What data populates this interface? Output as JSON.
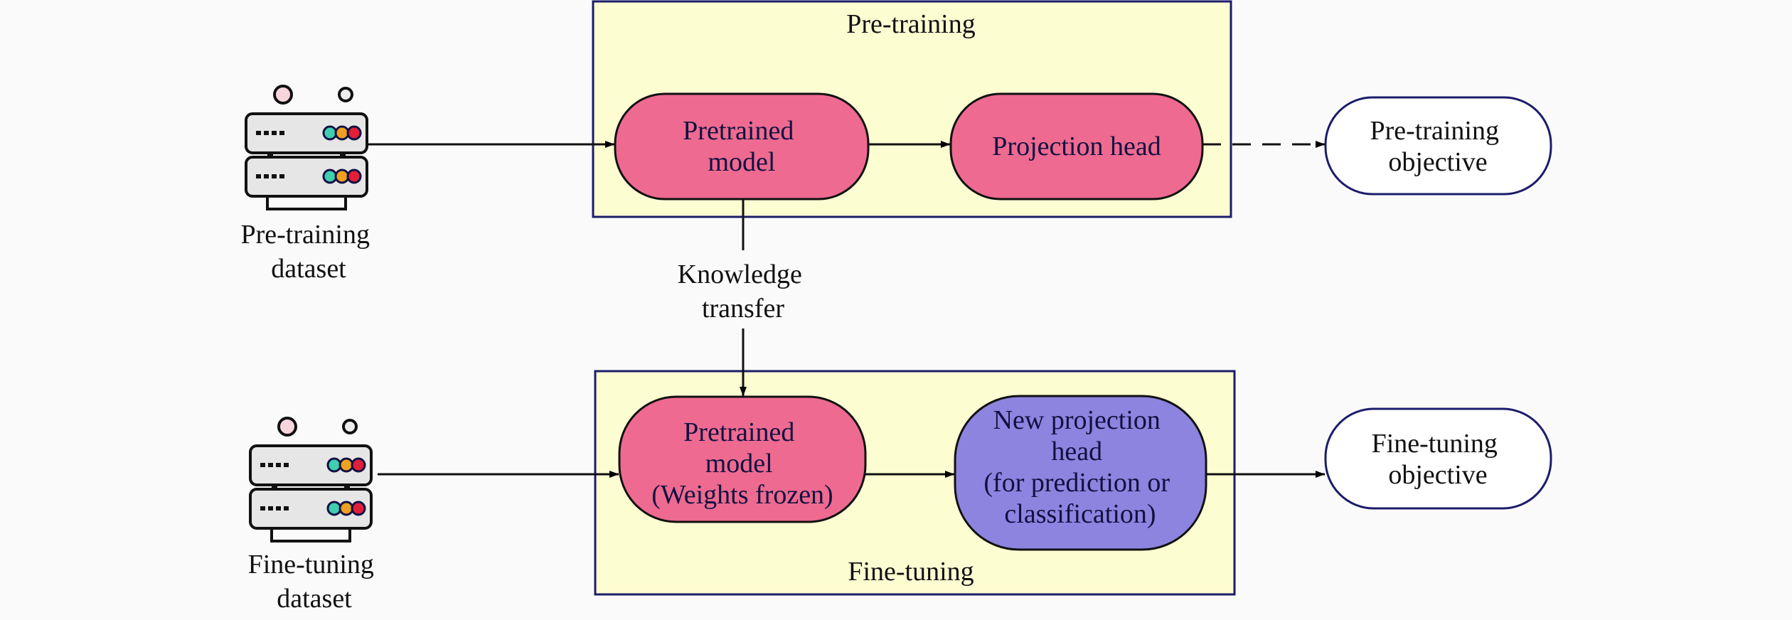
{
  "pretraining": {
    "title": "Pre-training",
    "dataset_label": [
      "Pre-training",
      "dataset"
    ],
    "model": [
      "Pretrained",
      "model"
    ],
    "head": "Projection head",
    "objective": [
      "Pre-training",
      "objective"
    ]
  },
  "transfer": [
    "Knowledge",
    "transfer"
  ],
  "finetuning": {
    "title": "Fine-tuning",
    "dataset_label": [
      "Fine-tuning",
      "dataset"
    ],
    "model": [
      "Pretrained",
      "model",
      "(Weights frozen)"
    ],
    "head": [
      "New projection",
      "head",
      "(for prediction or",
      "classification)"
    ],
    "objective": [
      "Fine-tuning",
      "objective"
    ]
  },
  "colors": {
    "stage_fill": "#fdfdd2",
    "stage_border": "#1c1c6b",
    "model_fill": "#ee6a90",
    "new_head_fill": "#8d84e0",
    "background": "#fafafa"
  }
}
